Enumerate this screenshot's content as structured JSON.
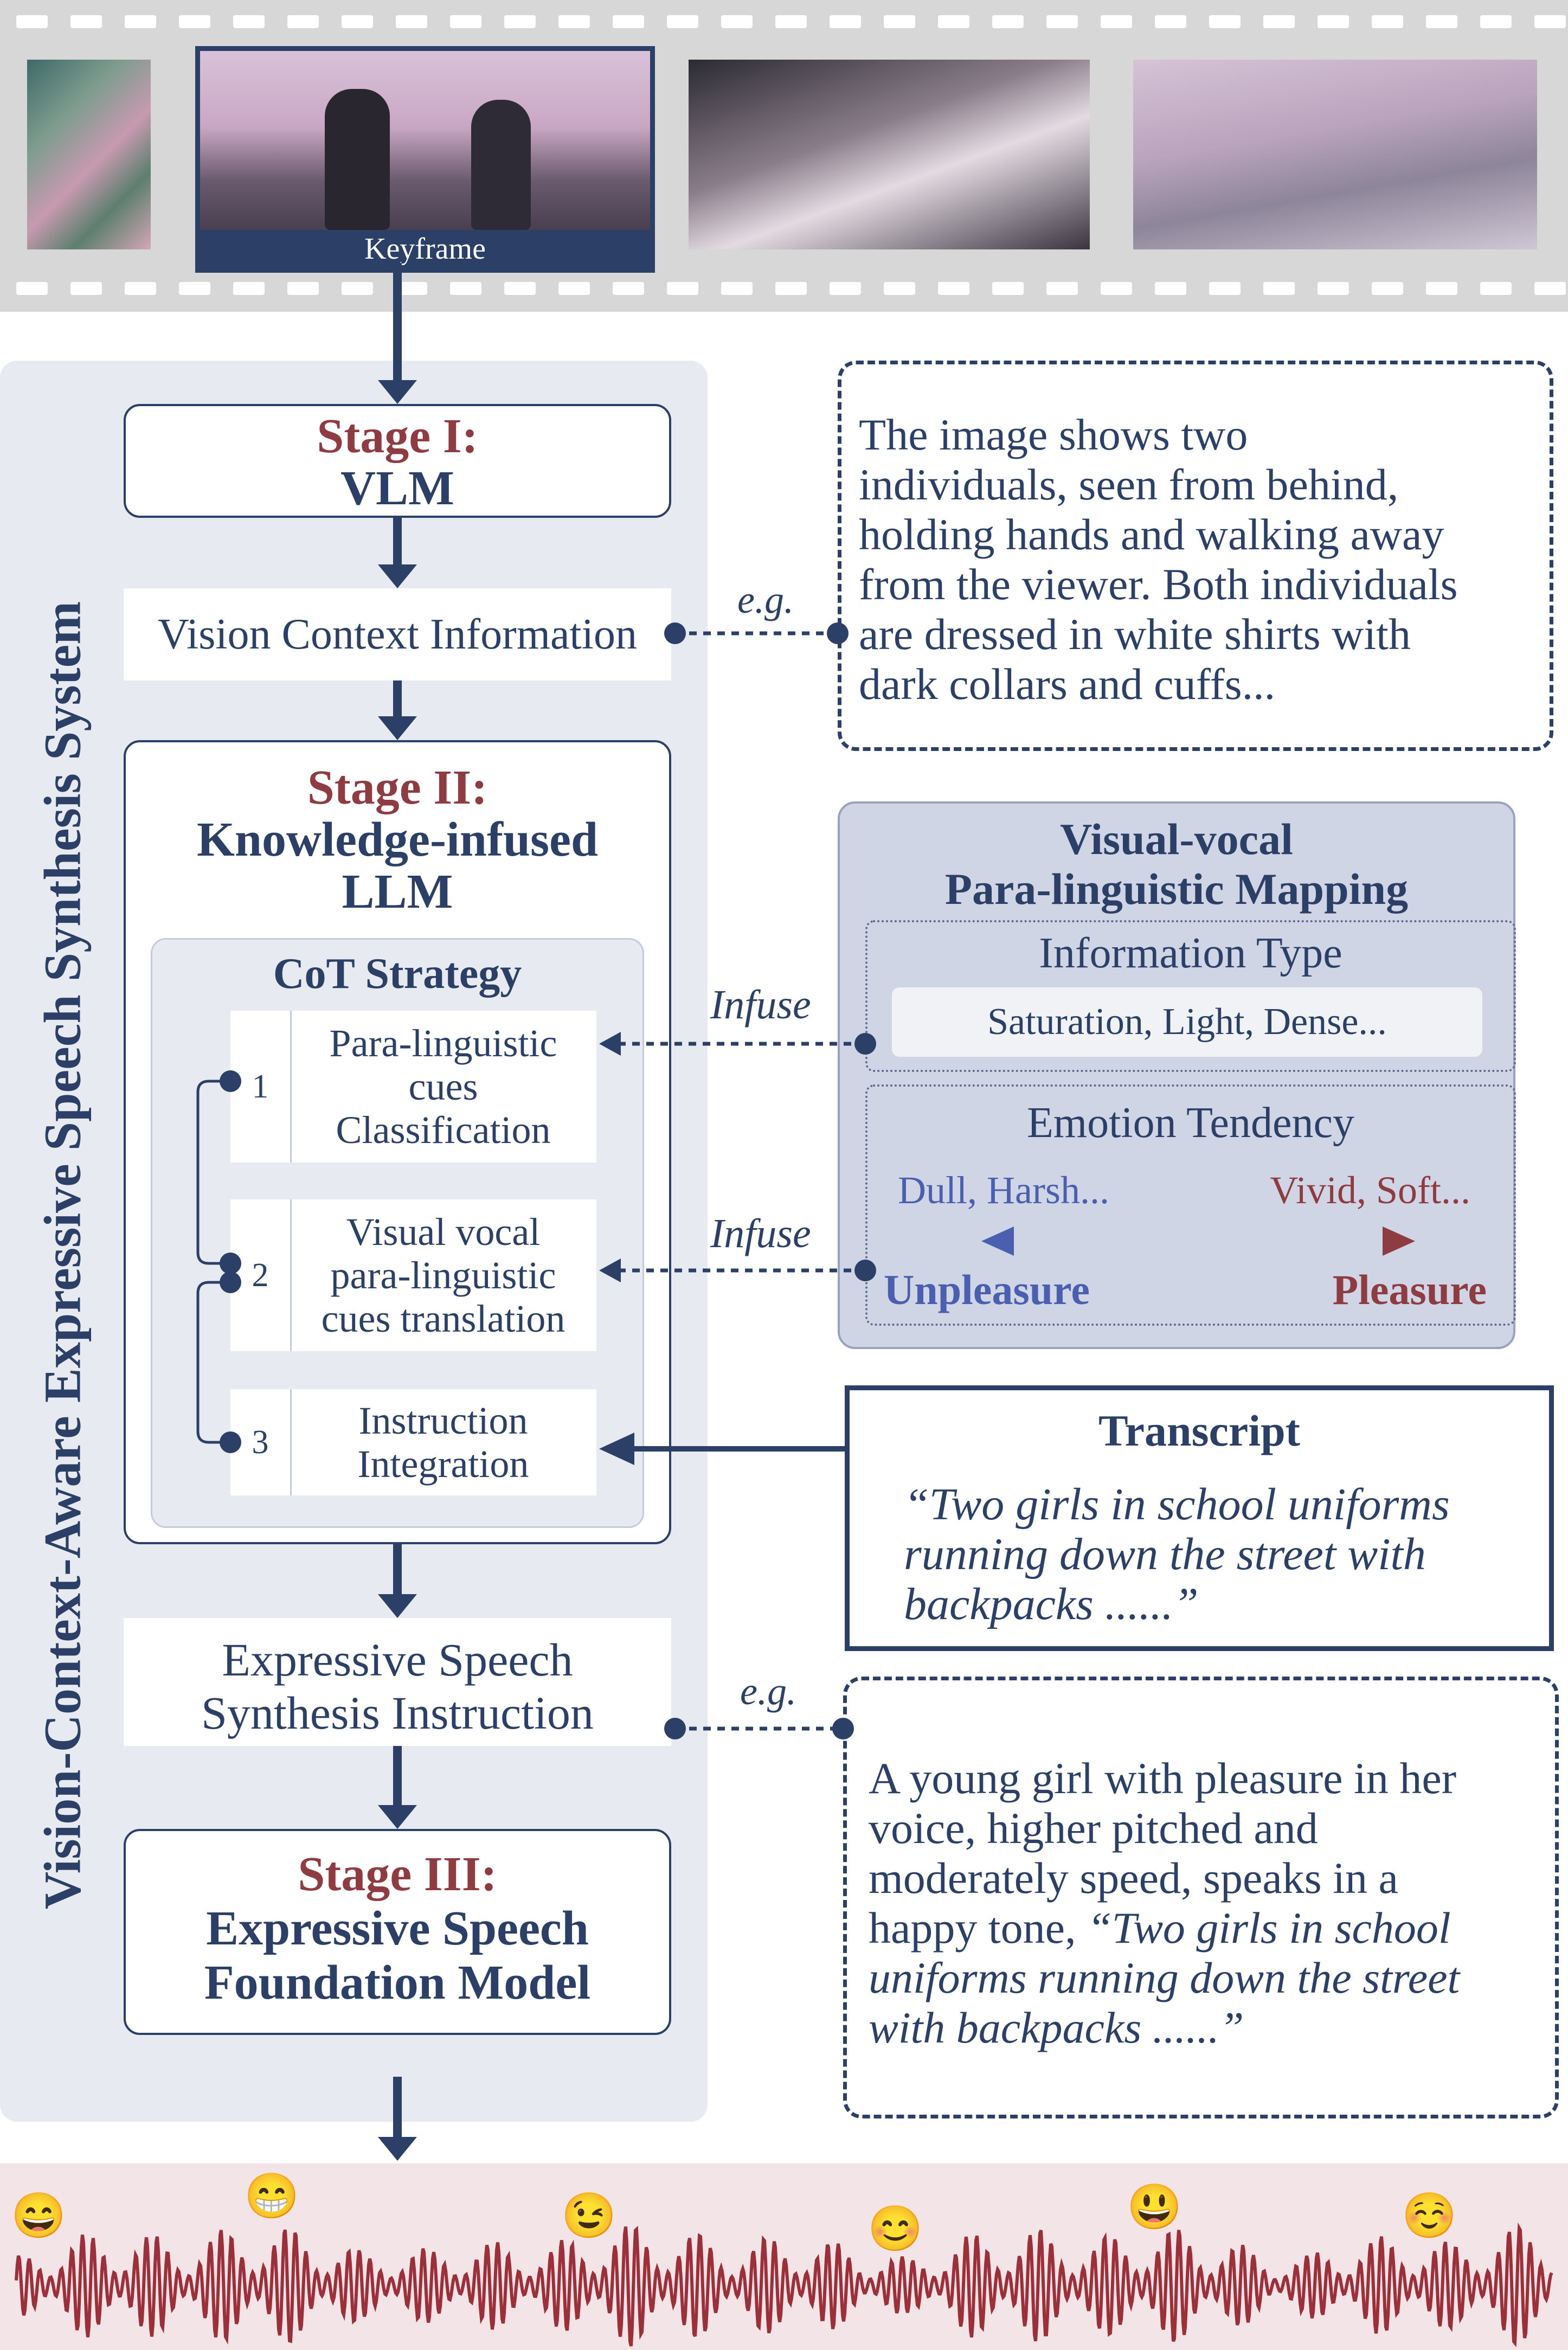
{
  "film": {
    "keyframe_label": "Keyframe"
  },
  "system": {
    "vertical_title": "Vision-Context-Aware Expressive Speech Synthesis System"
  },
  "stage1": {
    "label": "Stage I:",
    "name": "VLM"
  },
  "vision_context": {
    "label": "Vision Context Information"
  },
  "eg1": {
    "label": "e.g."
  },
  "vision_example": {
    "lines": [
      "The image shows two",
      "individuals, seen from behind,",
      "holding hands and walking away",
      "from the viewer. Both individuals",
      "are dressed in white shirts with",
      "dark collars and cuffs..."
    ]
  },
  "stage2": {
    "label": "Stage II:",
    "name_line1": "Knowledge-infused",
    "name_line2": "LLM"
  },
  "cot": {
    "title": "CoT Strategy",
    "steps": [
      {
        "num": "1",
        "line1": "Para-linguistic",
        "line2": "cues",
        "line3": "Classification"
      },
      {
        "num": "2",
        "line1": "Visual vocal",
        "line2": "para-linguistic",
        "line3": "cues translation"
      },
      {
        "num": "3",
        "line1": "Instruction",
        "line2": "Integration"
      }
    ]
  },
  "infuse1": {
    "label": "Infuse"
  },
  "infuse2": {
    "label": "Infuse"
  },
  "mapping": {
    "title_line1": "Visual-vocal",
    "title_line2": "Para-linguistic Mapping",
    "info_type": {
      "title": "Information Type",
      "value": "Saturation, Light, Dense..."
    },
    "emotion": {
      "title": "Emotion Tendency",
      "left_examples": "Dull, Harsh...",
      "right_examples": "Vivid, Soft...",
      "left_label": "Unpleasure",
      "right_label": "Pleasure",
      "left_color": "#4a5fb0",
      "right_color": "#8f3b42"
    }
  },
  "transcript": {
    "title": "Transcript",
    "lines": [
      "“Two girls in school uniforms",
      "running down the street with",
      "backpacks ......”"
    ]
  },
  "instruction": {
    "line1": "Expressive Speech",
    "line2": "Synthesis Instruction"
  },
  "eg2": {
    "label": "e.g."
  },
  "instruction_example": {
    "plain_lines": [
      "A young girl with pleasure in her",
      "voice, higher pitched and",
      "moderately speed, speaks in a"
    ],
    "line4_plain": "happy tone, ",
    "line4_italic": "“Two girls in school",
    "italic_lines": [
      "uniforms running down the street",
      "with backpacks ......”"
    ]
  },
  "stage3": {
    "label": "Stage III:",
    "name_line1": "Expressive Speech",
    "name_line2": "Foundation Model"
  },
  "colors": {
    "navy": "#2c3f66",
    "stage_red": "#8f3b42",
    "panel": "#e7eaf1",
    "waveform": "#9b2f3a",
    "bottom_band": "#f2e4e7"
  },
  "emojis": [
    "😄",
    "😁",
    "😉",
    "😊",
    "😃",
    "☺️"
  ]
}
